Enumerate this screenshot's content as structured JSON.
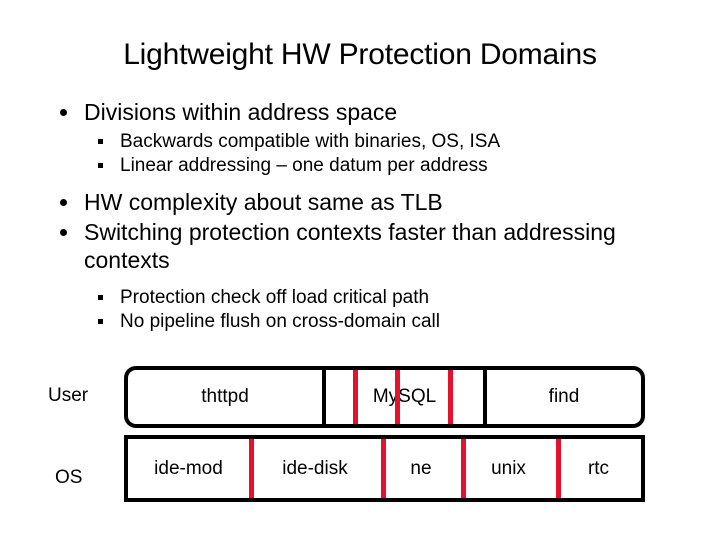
{
  "slide": {
    "title": "Lightweight HW Protection Domains",
    "bullets": [
      {
        "level": 1,
        "text": "Divisions within address space"
      },
      {
        "level": 2,
        "text": "Backwards compatible with binaries, OS, ISA"
      },
      {
        "level": 2,
        "text": "Linear addressing – one datum per address"
      },
      {
        "level": 1,
        "text": "HW complexity about same as TLB"
      },
      {
        "level": 1,
        "text": "Switching protection contexts faster than addressing contexts"
      },
      {
        "level": 2,
        "text": "Protection check off load critical path"
      },
      {
        "level": 2,
        "text": "No pipeline flush on cross-domain call"
      }
    ]
  },
  "diagram": {
    "colors": {
      "outline": "#000000",
      "domain_divider": "#e8112d",
      "background": "#ffffff"
    },
    "rows": [
      {
        "label": "User",
        "shape": "rounded-rect",
        "cells": [
          "thttpd",
          "MySQL",
          "find"
        ],
        "black_dividers": 2,
        "red_dividers": 3
      },
      {
        "label": "OS",
        "shape": "rect",
        "cells": [
          "ide-mod",
          "ide-disk",
          "ne",
          "unix",
          "rtc"
        ],
        "black_dividers": 0,
        "red_dividers": 4
      }
    ]
  }
}
